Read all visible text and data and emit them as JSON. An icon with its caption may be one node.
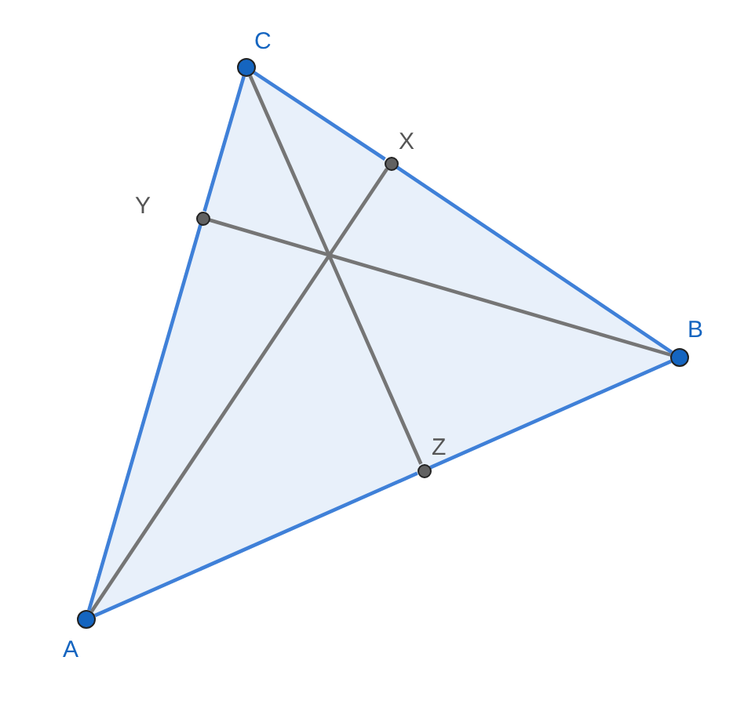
{
  "diagram": {
    "nodes": [
      {
        "text": [
          "A"
        ]
      },
      {
        "text": [
          "B"
        ]
      },
      {
        "text": [
          "C"
        ]
      },
      {
        "text": [
          "X"
        ]
      },
      {
        "text": [
          "Y"
        ]
      },
      {
        "text": [
          "Z"
        ]
      }
    ],
    "edges": [
      {
        "from": 0,
        "to": 5,
        "arrow": "none"
      },
      {
        "from": 5,
        "to": 1,
        "arrow": "none"
      },
      {
        "from": 1,
        "to": 3,
        "arrow": "none"
      },
      {
        "from": 3,
        "to": 2,
        "arrow": "none"
      },
      {
        "from": 2,
        "to": 4,
        "arrow": "none"
      },
      {
        "from": 4,
        "to": 0,
        "arrow": "none"
      },
      {
        "from": 0,
        "to": 3,
        "arrow": "none",
        "color": "#757575"
      },
      {
        "from": 1,
        "to": 4,
        "arrow": "none",
        "color": "#757575"
      },
      {
        "from": 2,
        "to": 5,
        "arrow": "none",
        "color": "#757575"
      }
    ]
  }
}
